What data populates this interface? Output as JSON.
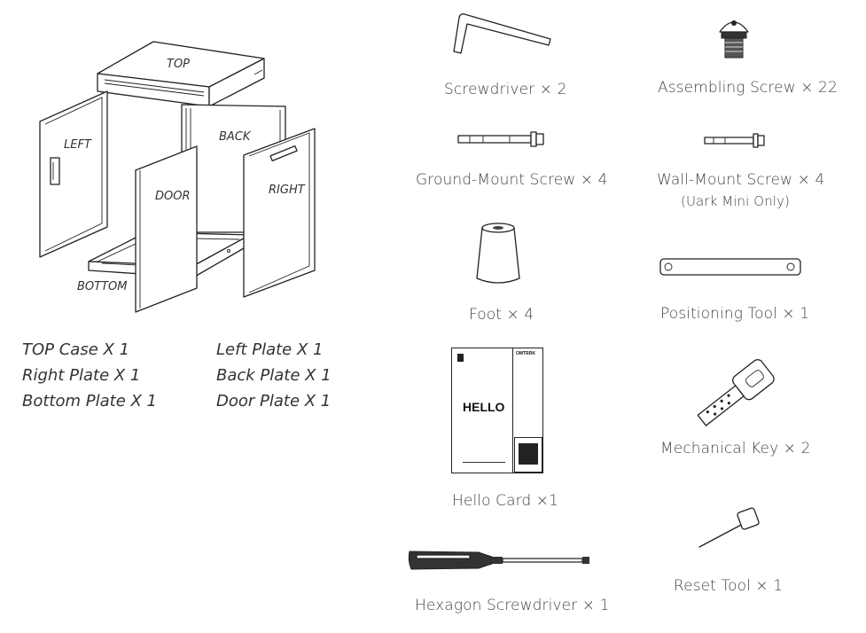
{
  "diagram_labels": {
    "top": "TOP",
    "back": "BACK",
    "left": "LEFT",
    "door": "DOOR",
    "right": "RIGHT",
    "bottom": "BOTTOM"
  },
  "parts_list": {
    "col1": [
      "TOP Case X 1",
      "Right Plate X 1",
      "Bottom Plate X 1"
    ],
    "col2": [
      "Left Plate X 1",
      "Back Plate X 1",
      "Door Plate X 1"
    ]
  },
  "items": {
    "screwdriver": "Screwdriver × 2",
    "assembling_screw": "Assembling Screw × 22",
    "ground_mount_screw": "Ground-Mount Screw × 4",
    "wall_mount_screw": "Wall-Mount Screw × 4",
    "wall_mount_note": "(Uark Mini Only)",
    "foot": "Foot × 4",
    "positioning_tool": "Positioning Tool × 1",
    "hello_card": "Hello Card ×1",
    "mechanical_key": "Mechanical Key × 2",
    "hexagon_screwdriver": "Hexagon Screwdriver × 1",
    "reset_tool": "Reset Tool × 1"
  },
  "card_texts": {
    "hello": "HELLO",
    "brand": "OMTRRK"
  }
}
